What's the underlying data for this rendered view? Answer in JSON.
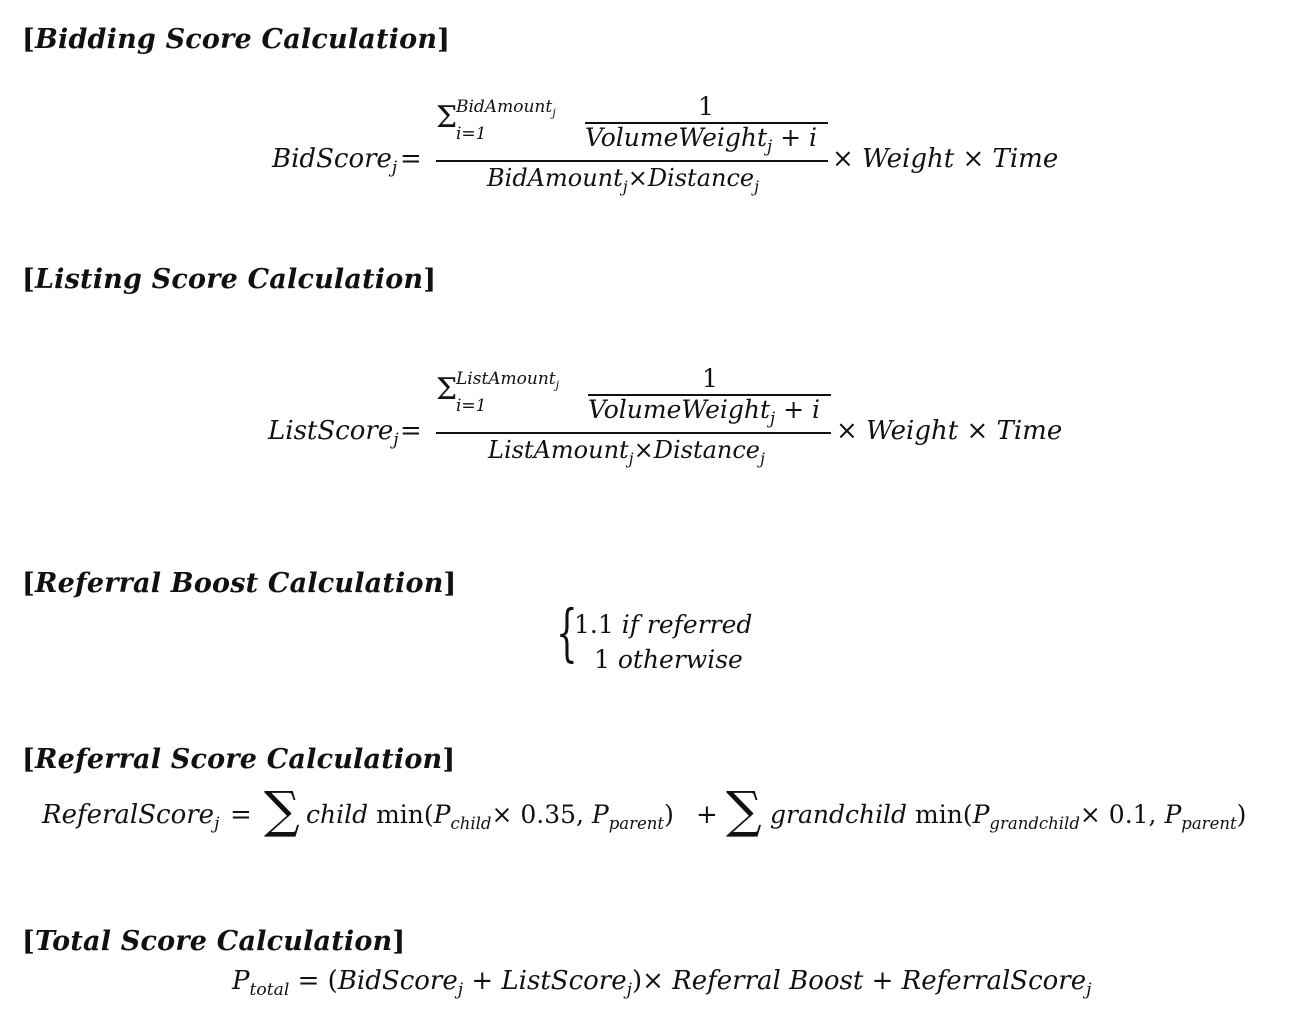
{
  "sections": {
    "bidding": {
      "bracket_open": "[",
      "title": "Bidding Score Calculation",
      "bracket_close": "]"
    },
    "listing": {
      "bracket_open": "[",
      "title": "Listing Score Calculation",
      "bracket_close": "]"
    },
    "referral_boost": {
      "bracket_open": "[",
      "title": "Referral Boost Calculation",
      "bracket_close": "]"
    },
    "referral_score": {
      "bracket_open": "[",
      "title": "Referral Score Calculation",
      "bracket_close": "]"
    },
    "total_score": {
      "bracket_open": "[",
      "title": "Total Score Calculation",
      "bracket_close": "]"
    }
  },
  "bid_formula": {
    "lhs": "BidScore",
    "lhs_sub": "j",
    "equals": "=",
    "sigma": "Σ",
    "sum_upper": "BidAmount",
    "sum_upper_sub": "j",
    "sum_lower": "i=1",
    "inner_numerator": "1",
    "inner_denominator": "VolumeWeight",
    "inner_denominator_sub": "j",
    "inner_denominator_tail": " + i",
    "den_a": "BidAmount",
    "den_a_sub": "j",
    "den_times": "×",
    "den_b": "Distance",
    "den_b_sub": "j",
    "tail": "× Weight × Time"
  },
  "list_formula": {
    "lhs": "ListScore",
    "lhs_sub": "j",
    "equals": "=",
    "sigma": "Σ",
    "sum_upper": "ListAmount",
    "sum_upper_sub": "j",
    "sum_lower": "i=1",
    "inner_numerator": "1",
    "inner_denominator": "VolumeWeight",
    "inner_denominator_sub": "j",
    "inner_denominator_tail": " + i",
    "den_a": "ListAmount",
    "den_a_sub": "j",
    "den_times": "×",
    "den_b": "Distance",
    "den_b_sub": "j",
    "tail": "× Weight × Time"
  },
  "boost_formula": {
    "brace": "{",
    "case1_value": "1.1",
    "case1_cond": "if referred",
    "case2_value": "1",
    "case2_cond": "otherwise"
  },
  "referral_formula": {
    "lhs": "ReferalScore",
    "lhs_sub": "j",
    "equals": "=",
    "sigma": "∑",
    "term1_var": "child",
    "min": "min",
    "open_paren": "(",
    "p_child": "P",
    "p_child_sub": "child",
    "factor1": "× 0.35,",
    "p_parent": "P",
    "p_parent_sub": "parent",
    "close_paren": ")",
    "plus": "+",
    "term2_var": "grandchild",
    "p_grandchild": "P",
    "p_grandchild_sub": "grandchild",
    "factor2": "× 0.1,"
  },
  "total_formula": {
    "lhs": "P",
    "lhs_sub": "total",
    "equals": "=",
    "open_paren": "(",
    "bid": "BidScore",
    "bid_sub": "j",
    "plus1": "+",
    "list": "ListScore",
    "list_sub": "j",
    "close_paren": ")",
    "times": "×",
    "boost": "Referral Boost",
    "plus2": "+",
    "referral": "ReferralScore",
    "referral_sub": "j"
  }
}
